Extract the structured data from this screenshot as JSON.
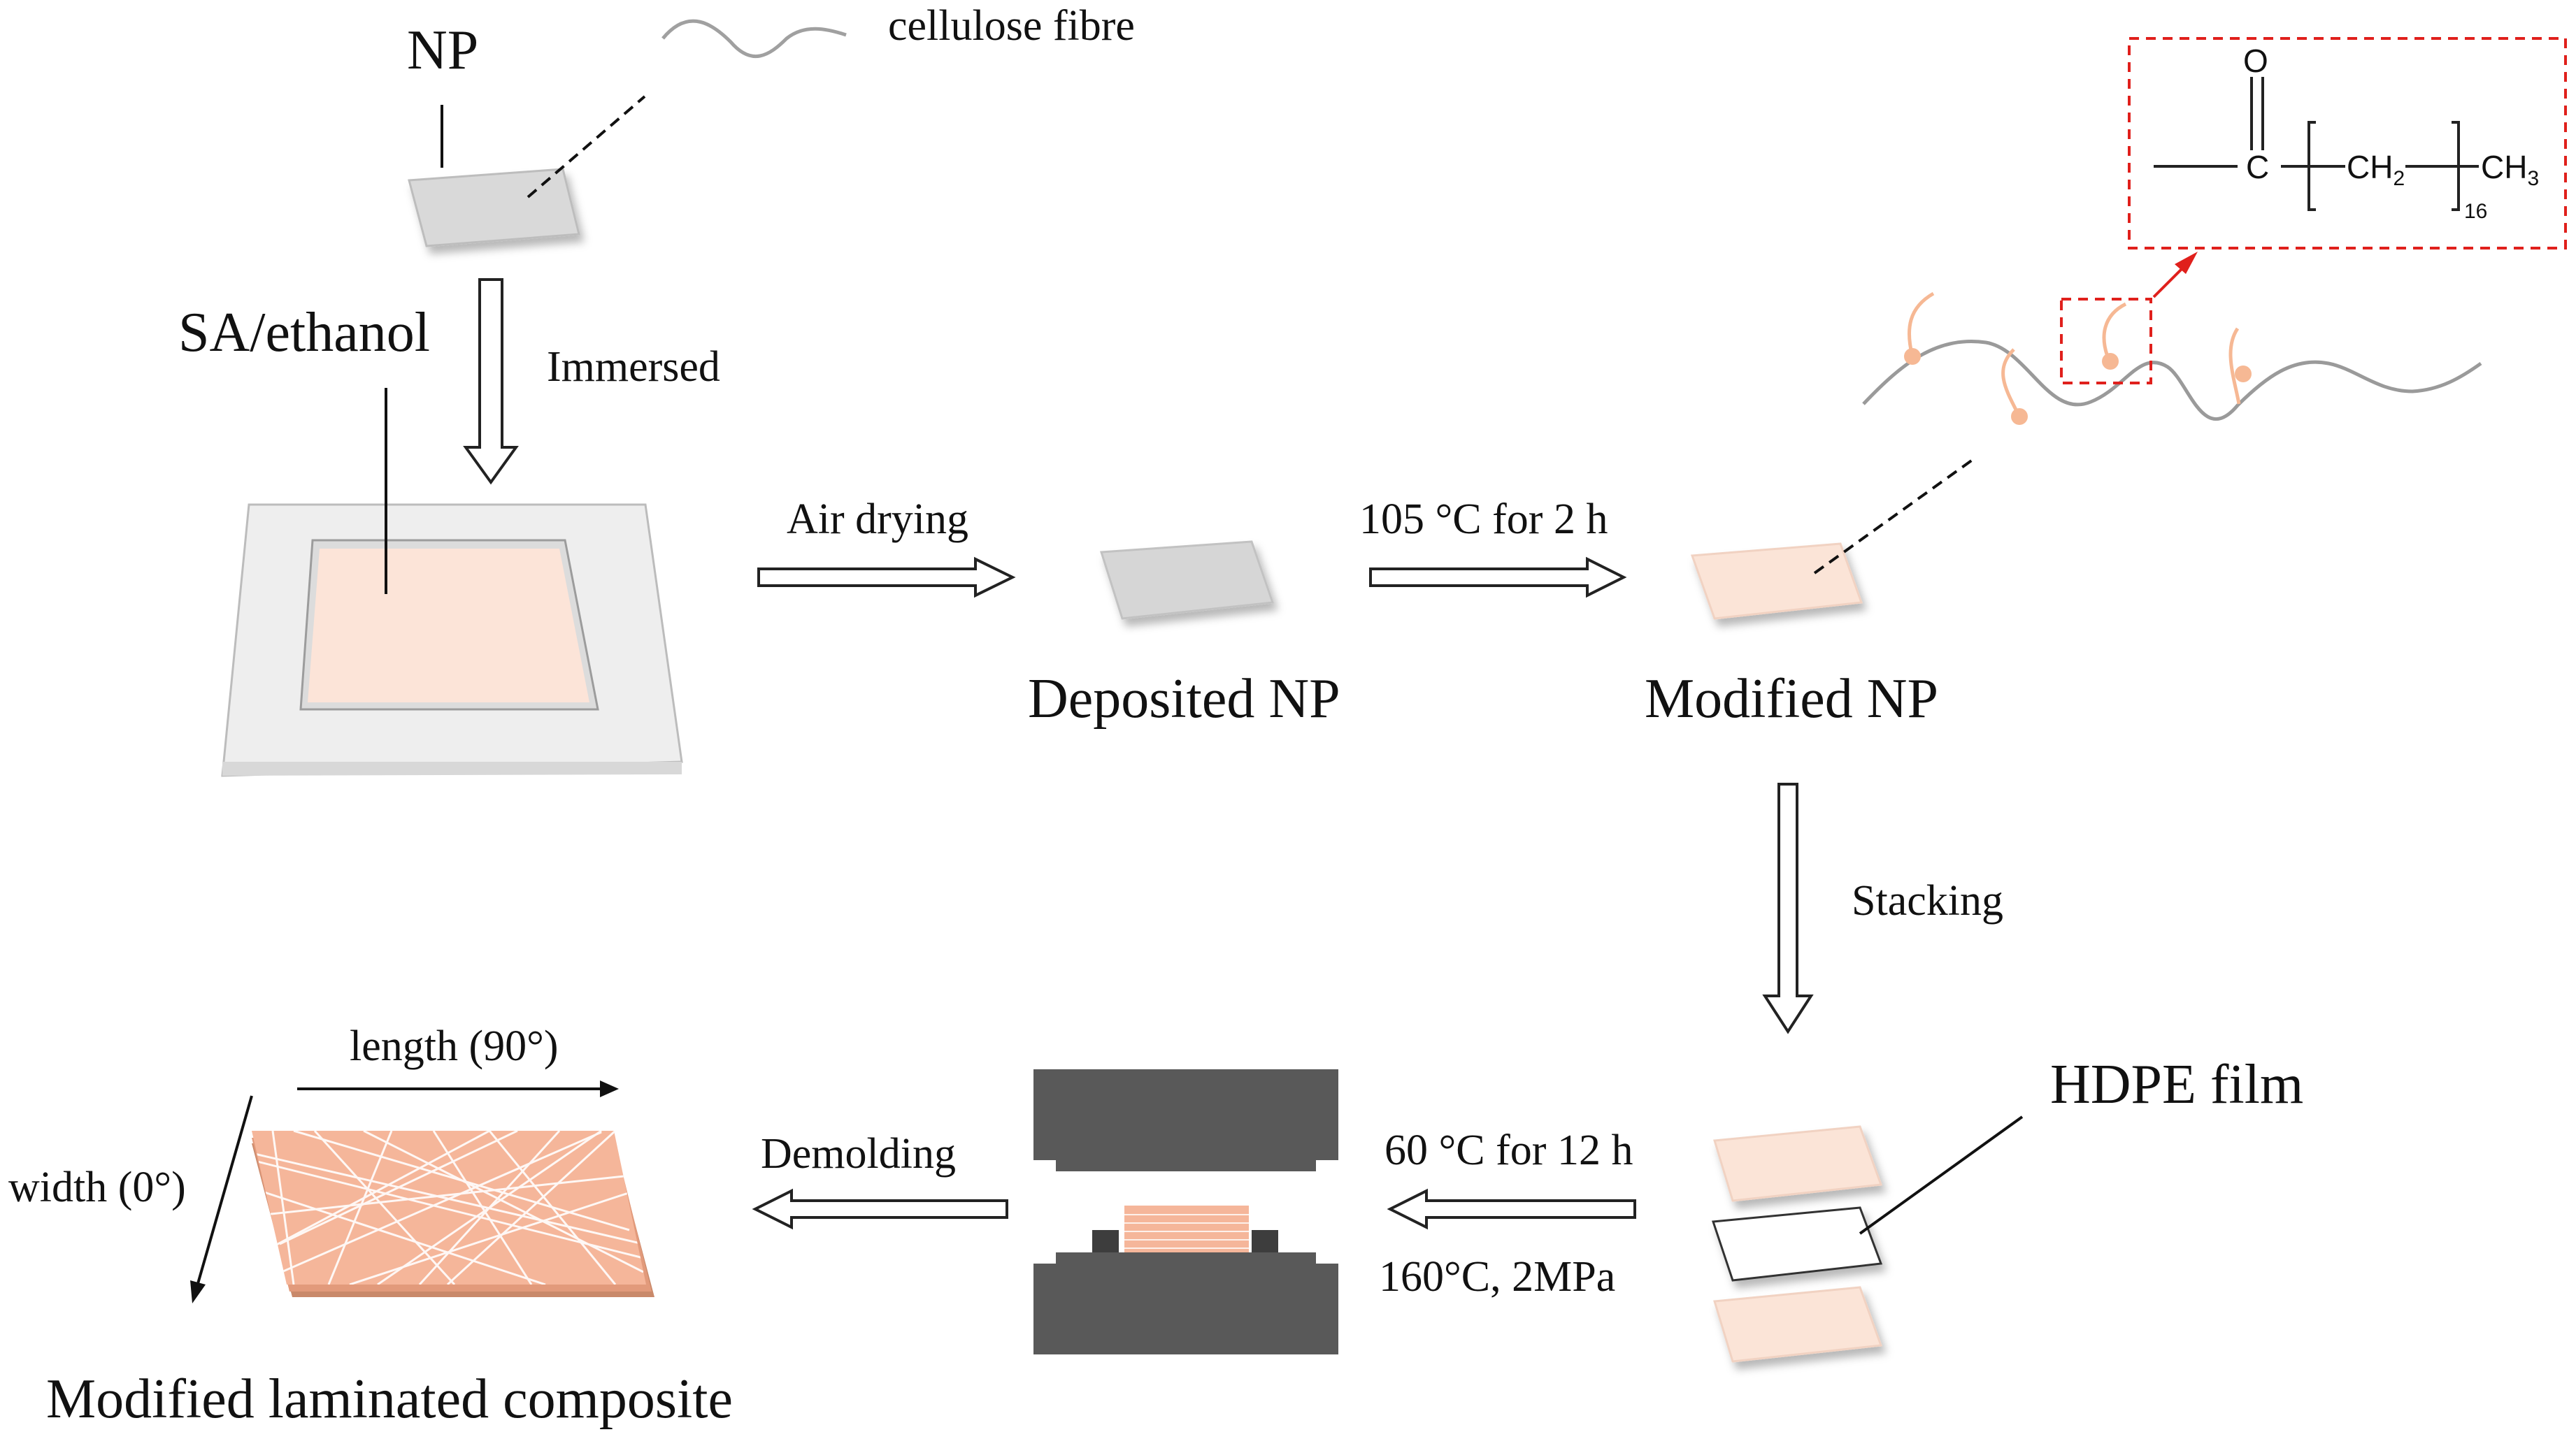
{
  "labels": {
    "np": "NP",
    "cellulose_fibre": "cellulose fibre",
    "sa_ethanol": "SA/ethanol",
    "immersed": "Immersed",
    "air_drying": "Air drying",
    "deposited_np": "Deposited NP",
    "temp_105": "105 °C for 2 h",
    "modified_np": "Modified NP",
    "stacking": "Stacking",
    "hdpe_film": "HDPE film",
    "temp_60": "60 °C for 12 h",
    "press": "160°C, 2MPa",
    "demolding": "Demolding",
    "length": "length (90°)",
    "width": "width (0°)",
    "modified_laminated_composite": "Modified laminated composite"
  },
  "chemistry": {
    "oxygen": "O",
    "carbon": "C",
    "ch2": "CH",
    "ch2_sub": "2",
    "repeat": "16",
    "ch3": "CH",
    "ch3_sub": "3"
  },
  "colors": {
    "paper_gray": "#d6d6d6",
    "modified_peach": "#fbe3d6",
    "composite_orange": "#f5b69a",
    "mold_gray": "#595959",
    "highlight_red": "#e0201c",
    "graft_peach": "#f6b894"
  }
}
